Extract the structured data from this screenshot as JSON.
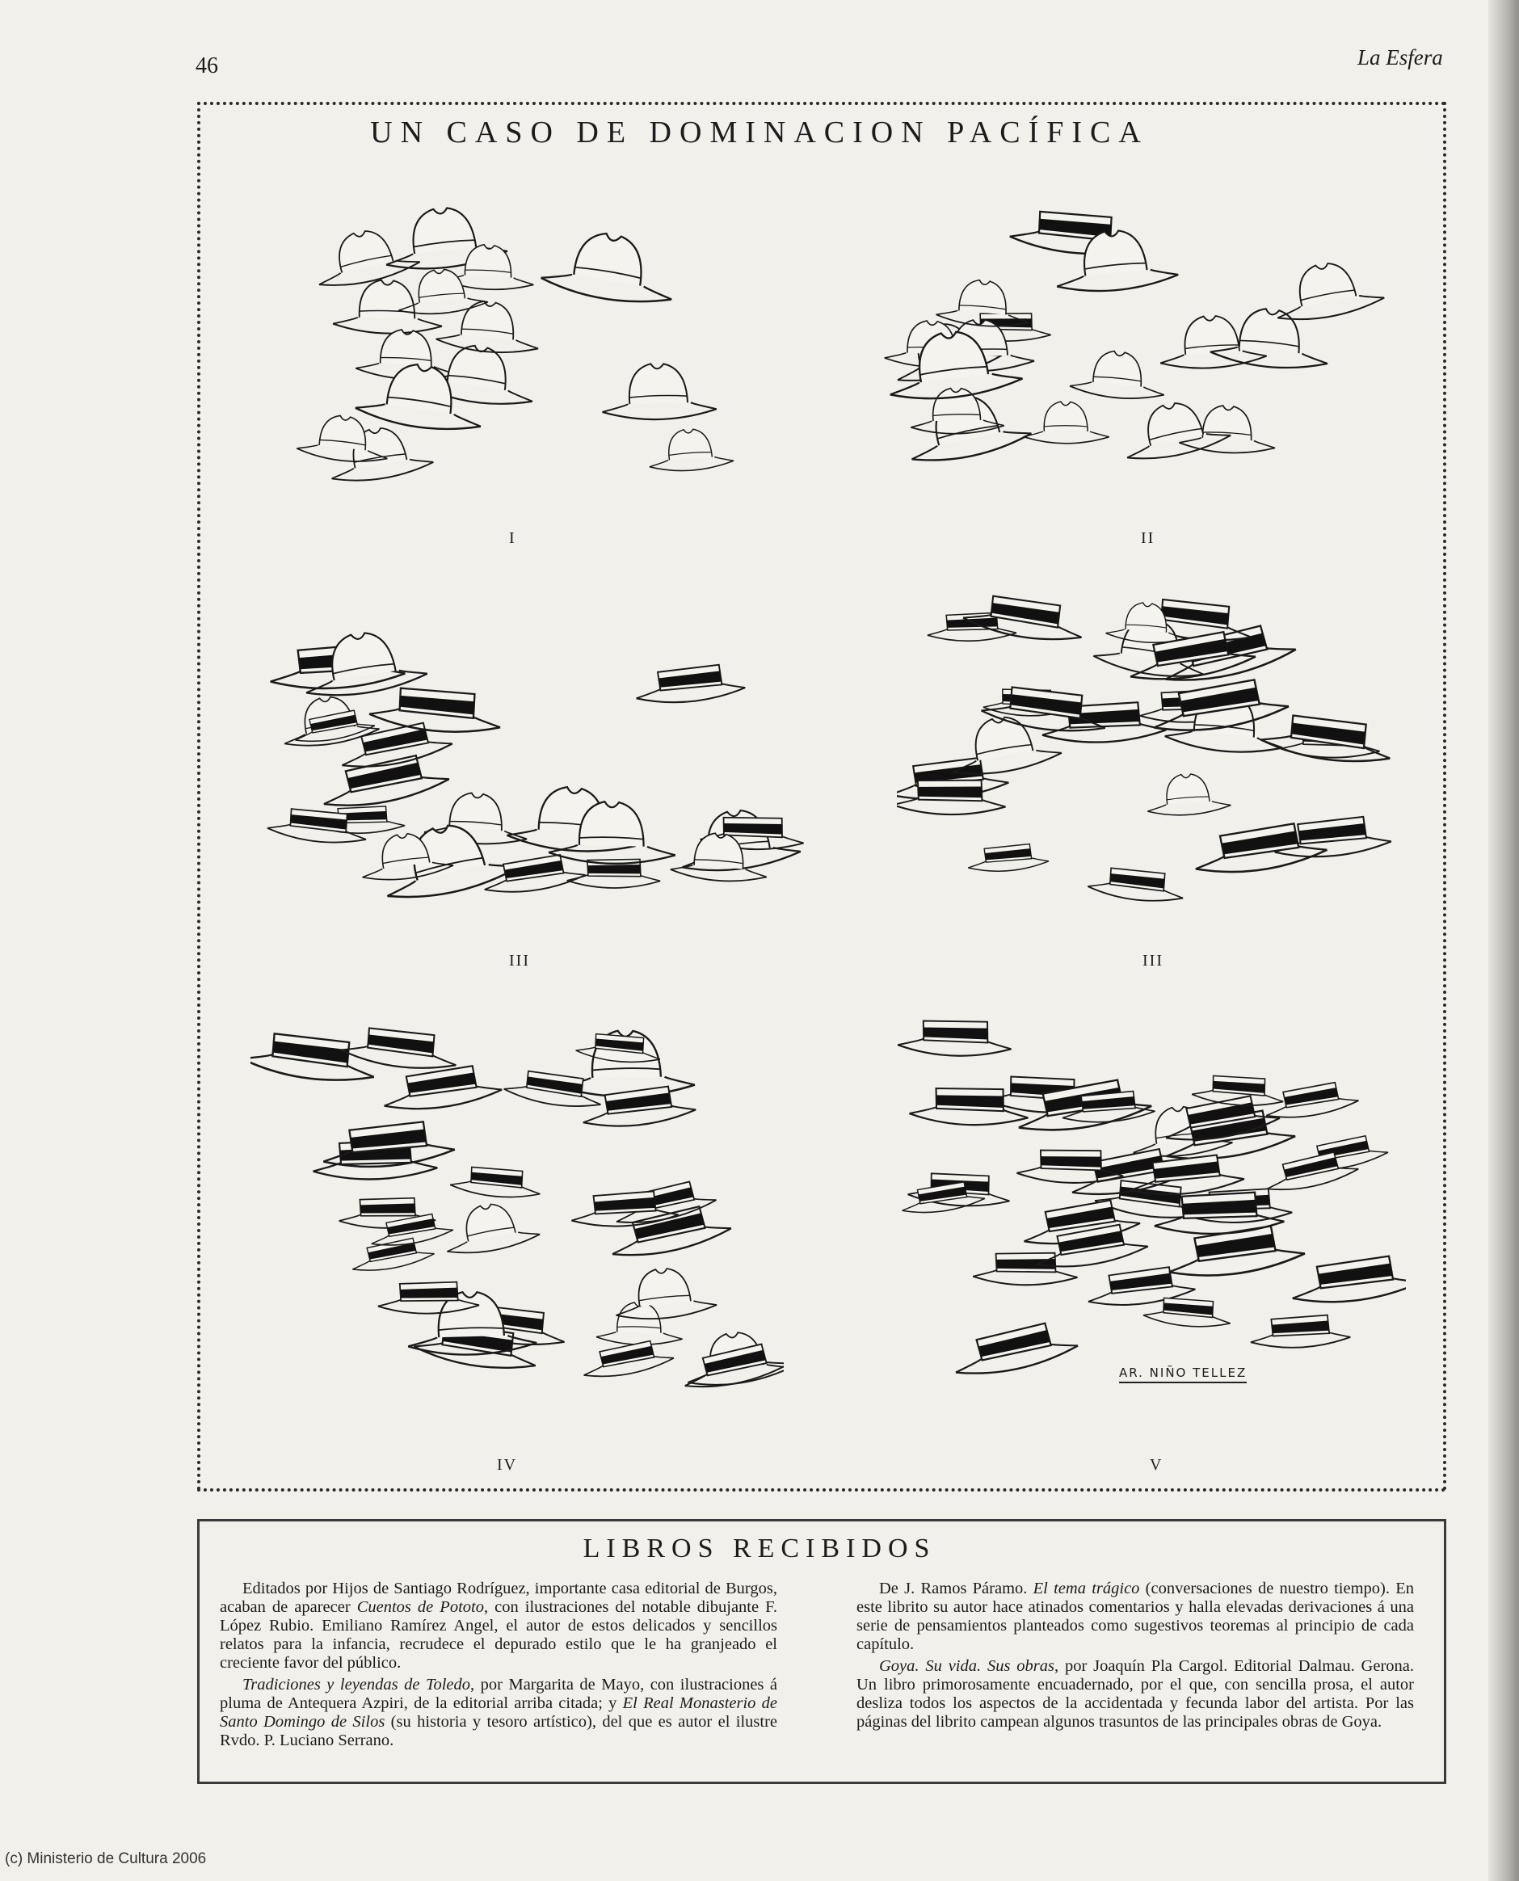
{
  "header": {
    "page_number": "46",
    "running_head": "La Esfera"
  },
  "main_title": "UN CASO DE DOMINACION PACÍFICA",
  "panels": [
    {
      "numeral": "I",
      "bands": 0.05
    },
    {
      "numeral": "II",
      "bands": 0.2
    },
    {
      "numeral": "III",
      "bands": 0.45
    },
    {
      "numeral": "III",
      "bands": 0.6
    },
    {
      "numeral": "IV",
      "bands": 0.75
    },
    {
      "numeral": "V",
      "bands": 0.95
    }
  ],
  "signature": "AR. NIÑO TELLEZ",
  "books": {
    "title": "LIBROS RECIBIDOS",
    "left": [
      [
        "",
        "Editados por Hijos de Santiago Rodríguez, importante casa editorial de Burgos, acaban de aparecer ",
        "Cuentos de Pototo",
        ", con ilustraciones del notable dibujante F. López Rubio. Emiliano Ramírez Angel, el autor de estos delicados y sencillos relatos para la infancia, recrudece el depurado estilo que le ha granjeado el creciente favor del público."
      ],
      [
        "Tradiciones y leyendas de Toledo",
        ", por Margarita de Mayo, con ilustraciones á pluma de Antequera Azpiri, de la editorial arriba citada; y ",
        "El Real Monasterio de Santo Domingo de Silos",
        " (su historia y tesoro artístico), del que es autor el ilustre Rvdo. P. Luciano Serrano."
      ]
    ],
    "right": [
      [
        "",
        "De J. Ramos Páramo. ",
        "El tema trágico",
        " (conversaciones de nuestro tiempo). En este librito su autor hace atinados comentarios y halla elevadas derivaciones á una serie de pensamientos planteados como sugestivos teoremas al principio de cada capítulo."
      ],
      [
        "Goya. Su vida. Sus obras",
        ", por Joaquín Pla Cargol. Editorial Dalmau. Gerona. Un libro primorosamente encuadernado, por el que, con sencilla prosa, el autor desliza todos los aspectos de la accidentada y fecunda labor del artista. Por las páginas del librito campean algunos trasuntos de las principales obras de Goya.",
        "",
        ""
      ]
    ]
  },
  "copyright": "(c) Ministerio de Cultura 2006"
}
